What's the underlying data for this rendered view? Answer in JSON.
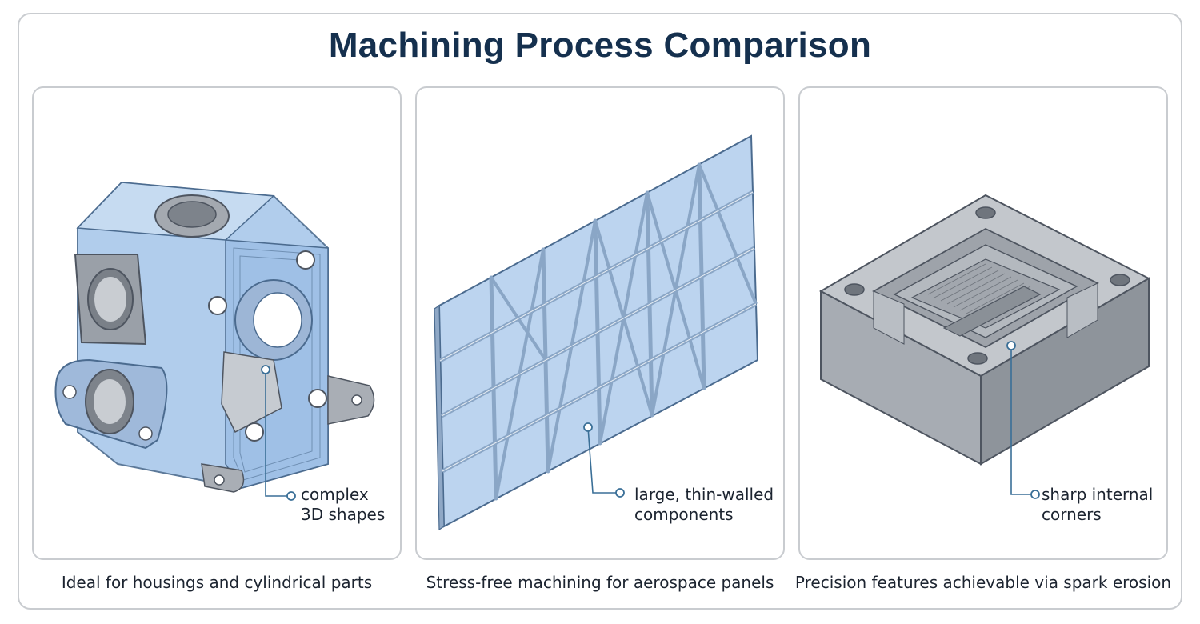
{
  "title": "Machining Process Comparison",
  "panels": [
    {
      "callout": "complex\n3D shapes",
      "caption": "Ideal for housings and cylindrical parts",
      "illustration_icon": "valve-housing-icon"
    },
    {
      "callout": "large, thin-walled\ncomponents",
      "caption": "Stress-free machining for aerospace panels",
      "illustration_icon": "aerospace-panel-icon"
    },
    {
      "callout": "sharp internal\ncorners",
      "caption": "Precision features achievable via spark erosion",
      "illustration_icon": "mold-cavity-block-icon"
    }
  ],
  "colors": {
    "title": "#15304e",
    "blue_fill": "#b9d2ee",
    "blue_stroke": "#4b6b8f",
    "gray_fill": "#a9aeb5",
    "leader": "#3a6f97"
  }
}
